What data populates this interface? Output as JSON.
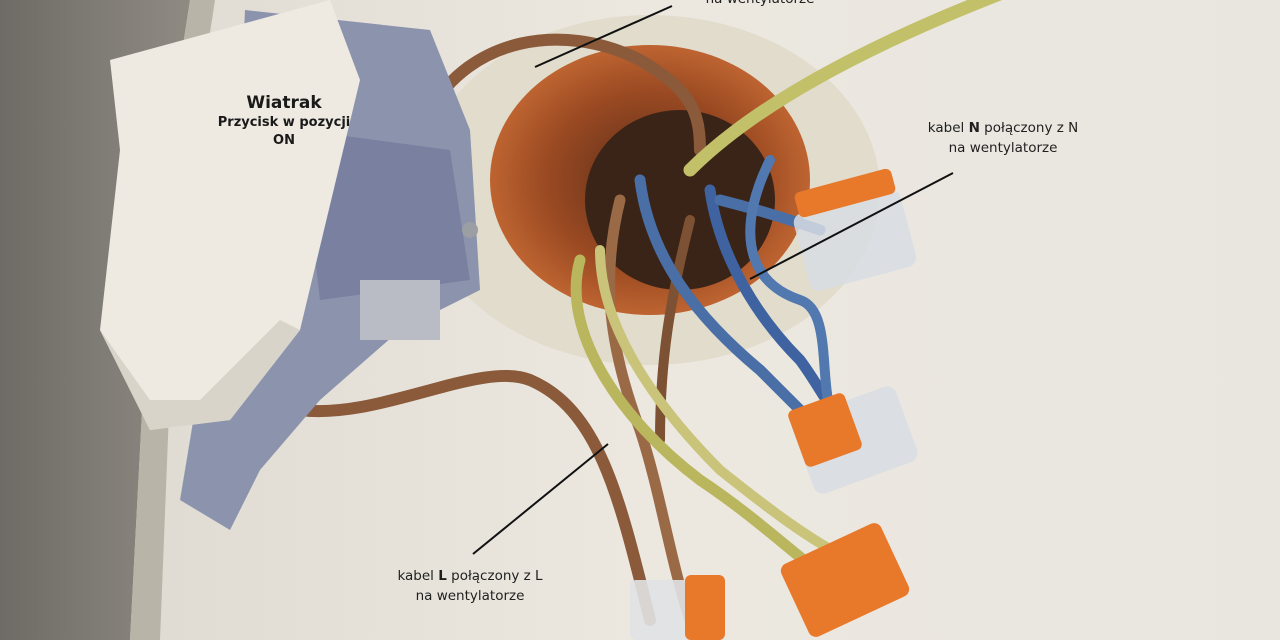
{
  "annotations": {
    "top": {
      "line2": "na wentylatorze"
    },
    "n": {
      "pre": "kabel ",
      "bold": "N",
      "post": " połączony z N",
      "line2": "na wentylatorze"
    },
    "l": {
      "pre": "kabel ",
      "bold": "L",
      "post": " połączony z L",
      "line2": "na wentylatorze"
    }
  },
  "switch_label": {
    "title": "Wiatrak",
    "subtitle": "Przycisk w pozycji ON"
  },
  "colors": {
    "wall": "#ebe7df",
    "junction_box": "#c9652b",
    "switch_frame": "#8c93ad",
    "switch_rocker": "#eeeae1",
    "wire_brown": "#8a5a3a",
    "wire_blue": "#4a6fa6",
    "wire_yellow_green": "#c3c06a",
    "connector_orange": "#e8782a"
  }
}
